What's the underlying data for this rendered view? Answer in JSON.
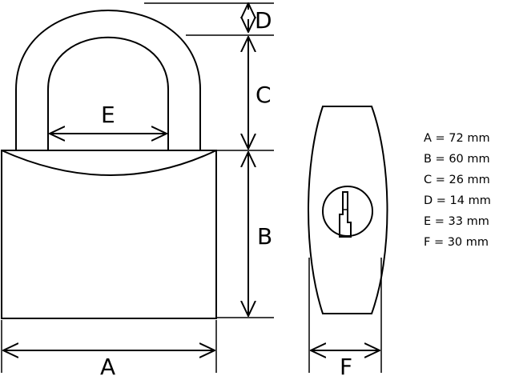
{
  "dimension_labels": {
    "a": "A",
    "b": "B",
    "c": "C",
    "d": "D",
    "e": "E",
    "f": "F"
  },
  "specs": [
    "A = 72 mm",
    "B = 60 mm",
    "C = 26 mm",
    "D = 14 mm",
    "E = 33 mm",
    "F = 30 mm"
  ],
  "colors": {
    "stroke": "#000000",
    "background": "#ffffff"
  }
}
